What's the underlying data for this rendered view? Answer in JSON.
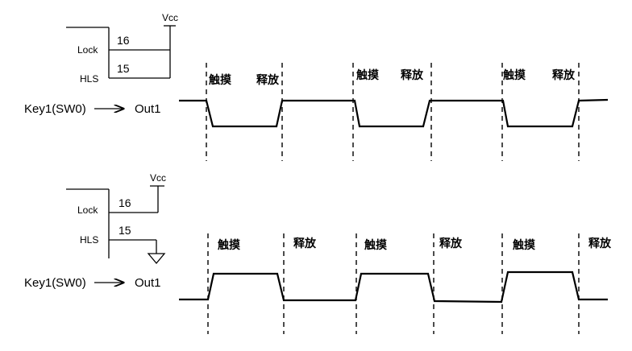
{
  "panels": [
    {
      "vcc": "Vcc",
      "pins": [
        {
          "name": "Lock",
          "number": "16"
        },
        {
          "name": "HLS",
          "number": "15"
        }
      ],
      "input": "Key1(SW0)",
      "output": "Out1",
      "event_labels": [
        "触摸",
        "释放",
        "触摸",
        "释放",
        "触摸",
        "释放"
      ]
    },
    {
      "vcc": "Vcc",
      "pins": [
        {
          "name": "Lock",
          "number": "16"
        },
        {
          "name": "HLS",
          "number": "15"
        }
      ],
      "input": "Key1(SW0)",
      "output": "Out1",
      "event_labels": [
        "触摸",
        "释放",
        "触摸",
        "释放",
        "触摸",
        "释放"
      ]
    }
  ]
}
